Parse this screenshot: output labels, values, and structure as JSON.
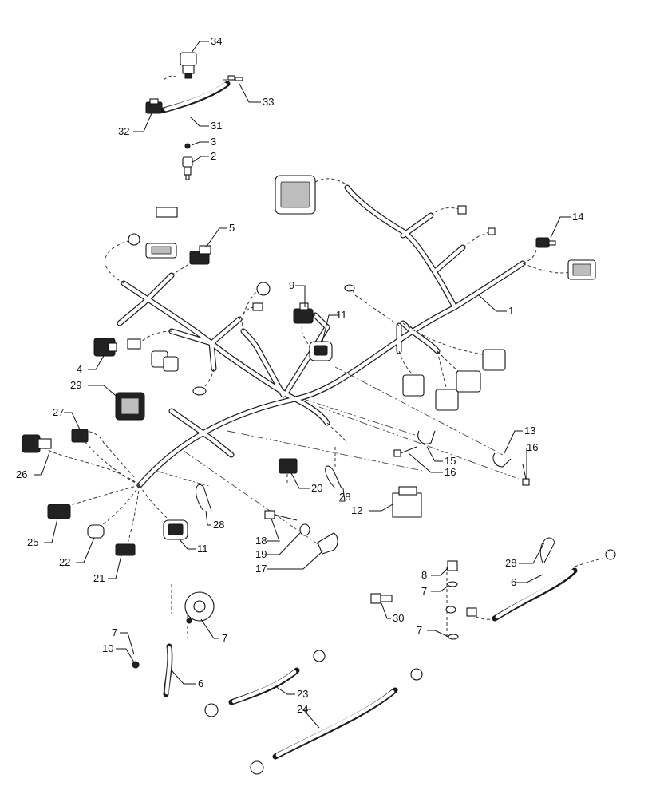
{
  "diagram": {
    "callouts": [
      {
        "id": "c34",
        "label": "34"
      },
      {
        "id": "c33",
        "label": "33"
      },
      {
        "id": "c32",
        "label": "32"
      },
      {
        "id": "c31",
        "label": "31"
      },
      {
        "id": "c3",
        "label": "3"
      },
      {
        "id": "c2",
        "label": "2"
      },
      {
        "id": "c5",
        "label": "5"
      },
      {
        "id": "c14",
        "label": "14"
      },
      {
        "id": "c1",
        "label": "1"
      },
      {
        "id": "c9",
        "label": "9"
      },
      {
        "id": "c11a",
        "label": "11"
      },
      {
        "id": "c4",
        "label": "4"
      },
      {
        "id": "c29",
        "label": "29"
      },
      {
        "id": "c27",
        "label": "27"
      },
      {
        "id": "c13",
        "label": "13"
      },
      {
        "id": "c16a",
        "label": "16"
      },
      {
        "id": "c26",
        "label": "26"
      },
      {
        "id": "c15",
        "label": "15"
      },
      {
        "id": "c16b",
        "label": "16"
      },
      {
        "id": "c20",
        "label": "20"
      },
      {
        "id": "c28a",
        "label": "28"
      },
      {
        "id": "c12",
        "label": "12"
      },
      {
        "id": "c28b",
        "label": "28"
      },
      {
        "id": "c25",
        "label": "25"
      },
      {
        "id": "c18",
        "label": "18"
      },
      {
        "id": "c11b",
        "label": "11"
      },
      {
        "id": "c19",
        "label": "19"
      },
      {
        "id": "c22",
        "label": "22"
      },
      {
        "id": "c17",
        "label": "17"
      },
      {
        "id": "c21",
        "label": "21"
      },
      {
        "id": "c28c",
        "label": "28"
      },
      {
        "id": "c8",
        "label": "8"
      },
      {
        "id": "c6a",
        "label": "6"
      },
      {
        "id": "c7a",
        "label": "7"
      },
      {
        "id": "c30",
        "label": "30"
      },
      {
        "id": "c7b",
        "label": "7"
      },
      {
        "id": "c7c",
        "label": "7"
      },
      {
        "id": "c7d",
        "label": "7"
      },
      {
        "id": "c10",
        "label": "10"
      },
      {
        "id": "c6b",
        "label": "6"
      },
      {
        "id": "c23",
        "label": "23"
      },
      {
        "id": "c24",
        "label": "24"
      }
    ]
  }
}
